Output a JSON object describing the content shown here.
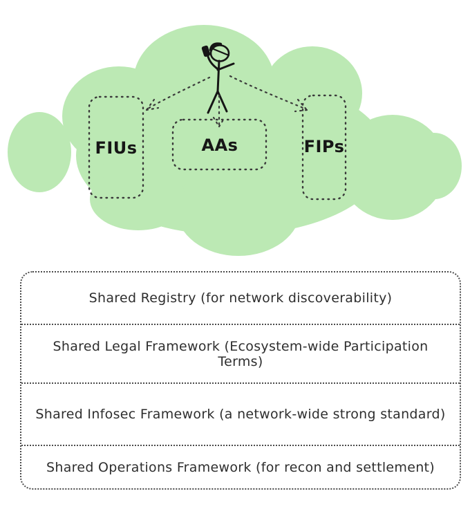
{
  "colors": {
    "cloud": "#bce9b4",
    "ink": "#161616",
    "dash": "#3a3a3a",
    "text": "#2e2e2e"
  },
  "cloud": {
    "actor": "person-with-phone",
    "nodes": [
      {
        "id": "fius",
        "label": "FIUs"
      },
      {
        "id": "aas",
        "label": "AAs"
      },
      {
        "id": "fips",
        "label": "FIPs"
      }
    ]
  },
  "panel": {
    "rows": [
      {
        "label": "Shared Registry (for network discoverability)"
      },
      {
        "label": "Shared Legal Framework (Ecosystem-wide Participation Terms)"
      },
      {
        "label": "Shared Infosec Framework (a network-wide strong standard)"
      },
      {
        "label": "Shared Operations Framework (for recon and settlement)"
      }
    ]
  }
}
